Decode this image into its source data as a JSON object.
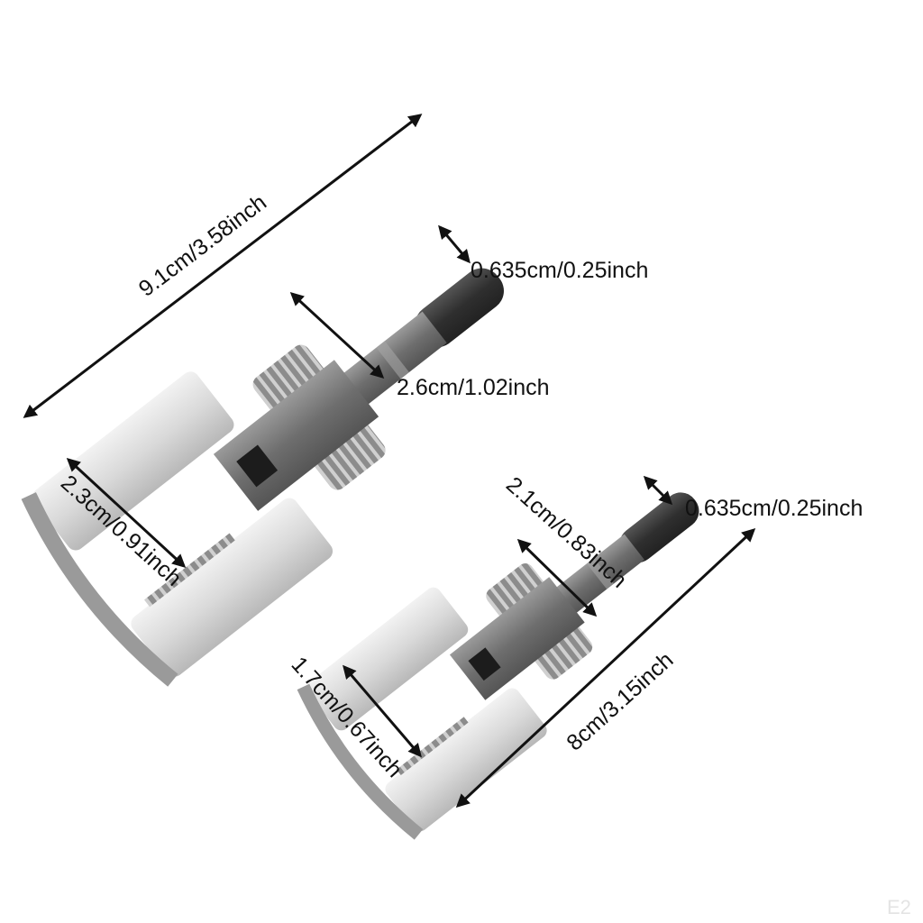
{
  "diagram": {
    "type": "product-dimension-diagram",
    "background": "#ffffff",
    "line_color": "#111111",
    "watermark": "E2",
    "items": [
      {
        "name": "large-tool",
        "dimensions": {
          "overall_length": "9.1cm/3.58inch",
          "shank_diameter": "0.635cm/0.25inch",
          "thread_diameter": "2.6cm/1.02inch",
          "opening_width": "2.3cm/0.91inch"
        }
      },
      {
        "name": "small-tool",
        "dimensions": {
          "overall_length": "8cm/3.15inch",
          "shank_diameter": "0.635cm/0.25inch",
          "thread_diameter": "2.1cm/0.83inch",
          "opening_width": "1.7cm/0.67inch"
        }
      }
    ]
  }
}
